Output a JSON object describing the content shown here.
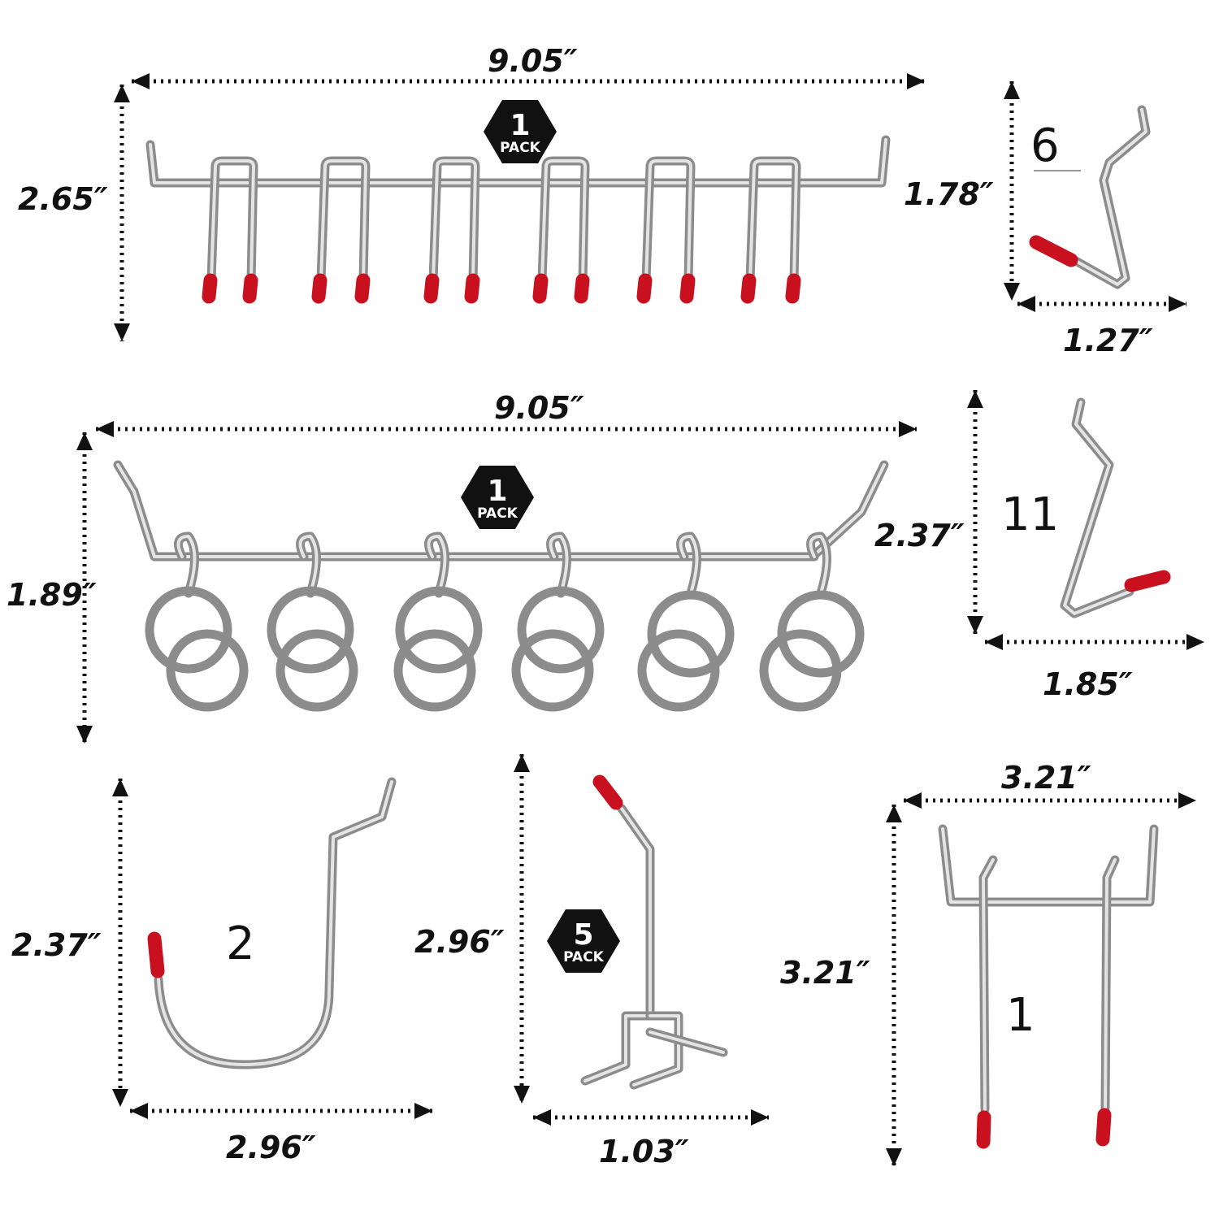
{
  "dims": {
    "rack1_width": "9.05″",
    "rack1_height": "2.65″",
    "hook6_height": "1.78″",
    "hook6_width": "1.27″",
    "rack2_width": "9.05″",
    "rack2_height": "1.89″",
    "hook11_height": "2.37″",
    "hook11_width": "1.85″",
    "hook2_height": "2.37″",
    "hook2_width": "2.96″",
    "hook5_height": "2.96″",
    "hook5_width": "1.03″",
    "double_width": "3.21″",
    "double_height": "3.21″"
  },
  "labels": {
    "hook6": "6",
    "hook11": "11",
    "hook2": "2",
    "double": "1"
  },
  "badges": [
    {
      "count": "1",
      "text": "PACK"
    },
    {
      "count": "1",
      "text": "PACK"
    },
    {
      "count": "5",
      "text": "PACK"
    }
  ],
  "colors": {
    "tip": "#c8101e",
    "wire": "#8c8c8c",
    "badge": "#111111"
  }
}
